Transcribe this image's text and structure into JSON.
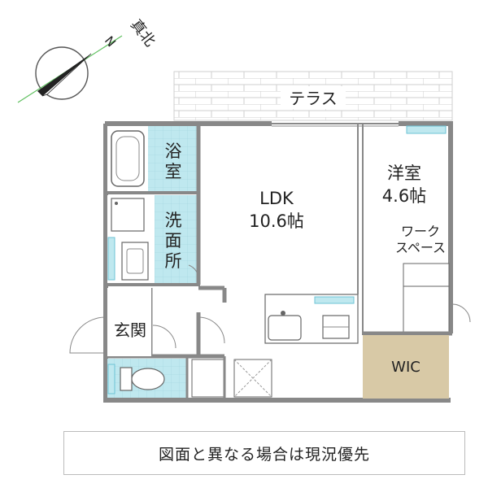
{
  "compass": {
    "north_label": "真北",
    "n_letter": "N"
  },
  "plan": {
    "terrace": "テラス",
    "bathroom": [
      "浴",
      "室"
    ],
    "washroom": [
      "洗",
      "面",
      "所"
    ],
    "ldk": {
      "name": "LDK",
      "size": "10.6帖"
    },
    "western_room": {
      "name": "洋室",
      "size": "4.6帖"
    },
    "workspace": [
      "ワーク",
      "スペース"
    ],
    "entrance": "玄関",
    "wic": "WIC"
  },
  "note": "図面と異なる場合は現況優先",
  "colors": {
    "wall": "#888888",
    "wet_area": "#bfe8ef",
    "wic_fill": "#d8c9a6",
    "accent_window": "#6ec3d6"
  }
}
